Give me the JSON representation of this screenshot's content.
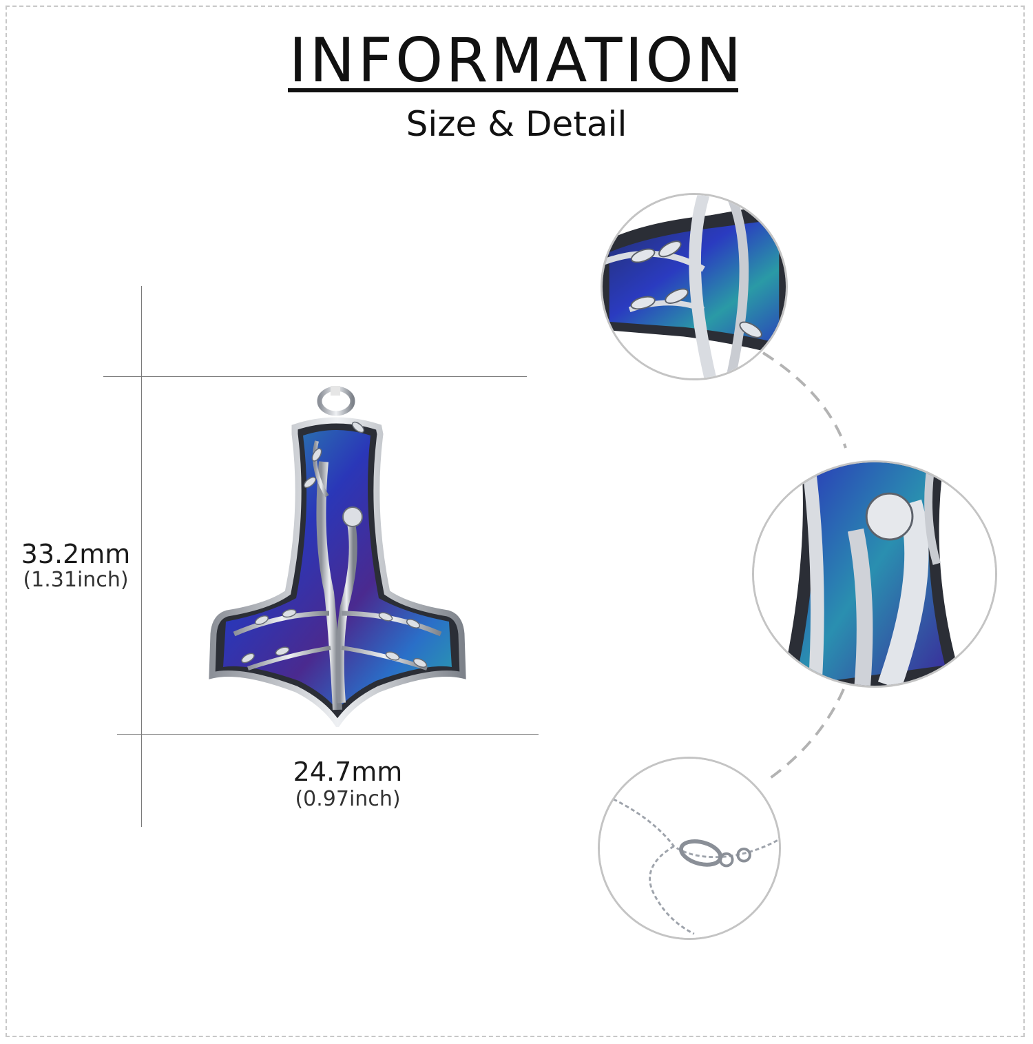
{
  "header": {
    "title": "INFORMATION",
    "subtitle": "Size & Detail"
  },
  "dimensions": {
    "height_mm": "33.2mm",
    "height_inch": "(1.31inch)",
    "width_mm": "24.7mm",
    "width_inch": "(0.97inch)"
  },
  "colors": {
    "silver": "#c9ccd2",
    "silver_dark": "#5d626b",
    "abalone_blue": "#2a37b8",
    "abalone_teal": "#2aa3a8",
    "abalone_purple": "#4a2a8f",
    "guide_gray": "#7a7a7a",
    "circle_border": "#c4c4c4"
  },
  "details": [
    {
      "name": "tree-branch-detail"
    },
    {
      "name": "goddess-figure-detail"
    },
    {
      "name": "chain-clasp-detail"
    }
  ]
}
